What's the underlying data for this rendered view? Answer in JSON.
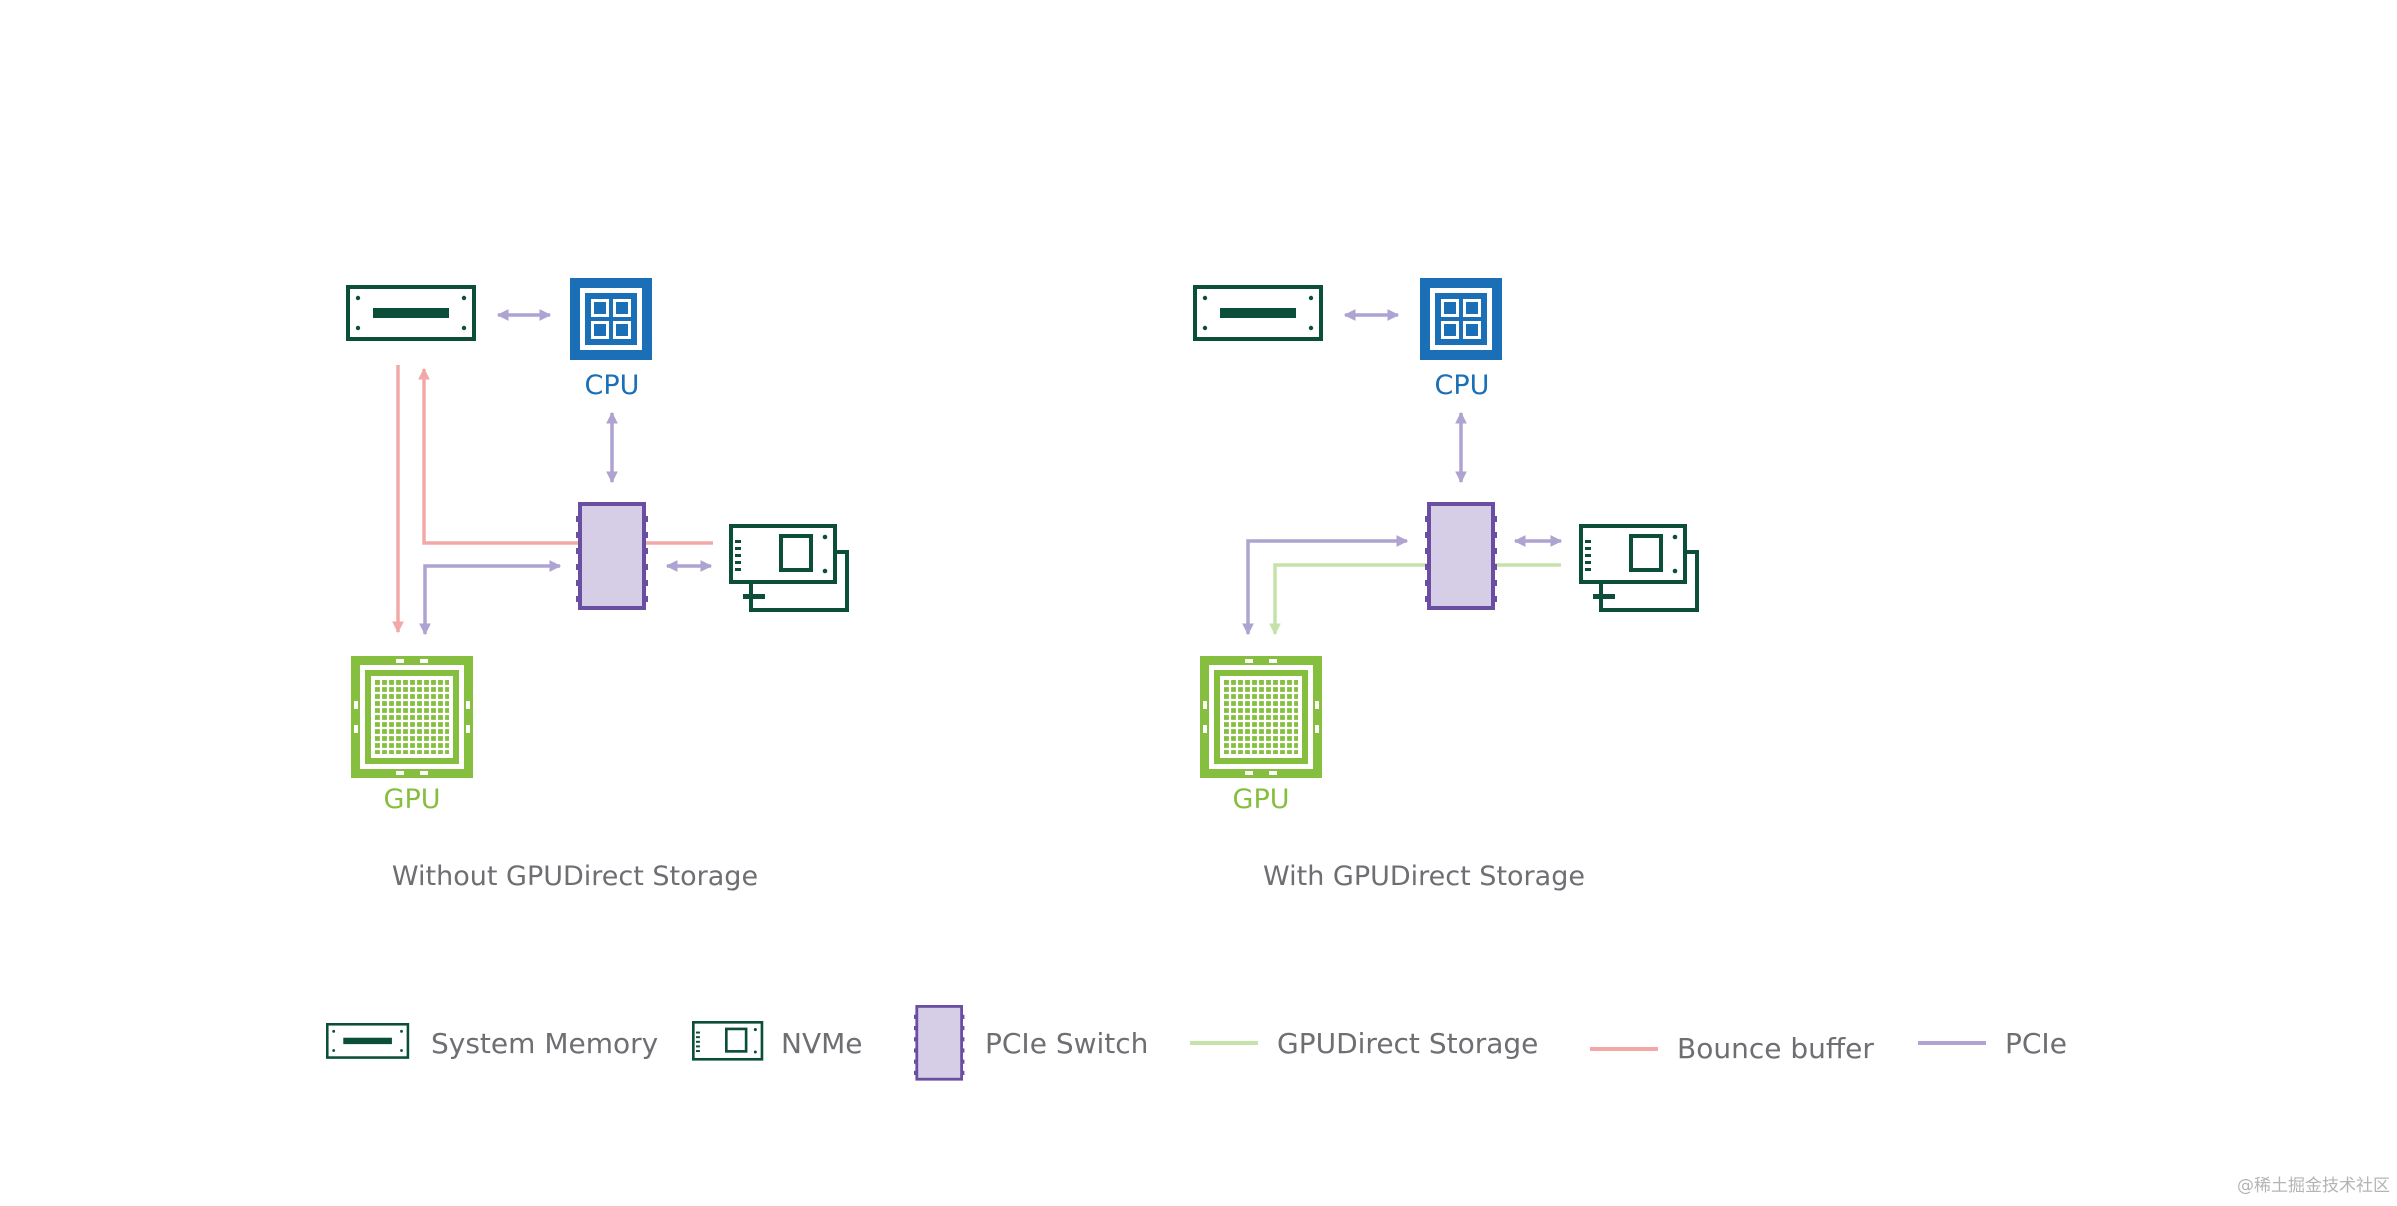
{
  "diagrams": [
    {
      "caption": "Without GPUDirect Storage",
      "cpu_label": "CPU",
      "gpu_label": "GPU",
      "paths": [
        "Bounce buffer",
        "PCIe"
      ]
    },
    {
      "caption": "With GPUDirect Storage",
      "cpu_label": "CPU",
      "gpu_label": "GPU",
      "paths": [
        "GPUDirect Storage",
        "PCIe"
      ]
    }
  ],
  "legend": {
    "system_memory": "System Memory",
    "nvme": "NVMe",
    "pcie_switch": "PCIe Switch",
    "gpudirect_storage": "GPUDirect Storage",
    "bounce_buffer": "Bounce buffer",
    "pcie": "PCIe"
  },
  "watermark": "@稀土掘金技术社区",
  "colors": {
    "memory_nvme": "#0b4e3a",
    "cpu": "#1a6fb6",
    "gpu": "#86bf3f",
    "switch_fill": "#d6cde6",
    "switch_stroke": "#6a4ea2",
    "pcie_line": "#aea3d1",
    "bounce_line": "#f3a8a8",
    "gds_line": "#c6e2a8",
    "text": "#6e6e73"
  },
  "icons": [
    "system-memory-icon",
    "cpu-icon",
    "pcie-switch-icon",
    "nvme-icon",
    "gpu-icon"
  ]
}
